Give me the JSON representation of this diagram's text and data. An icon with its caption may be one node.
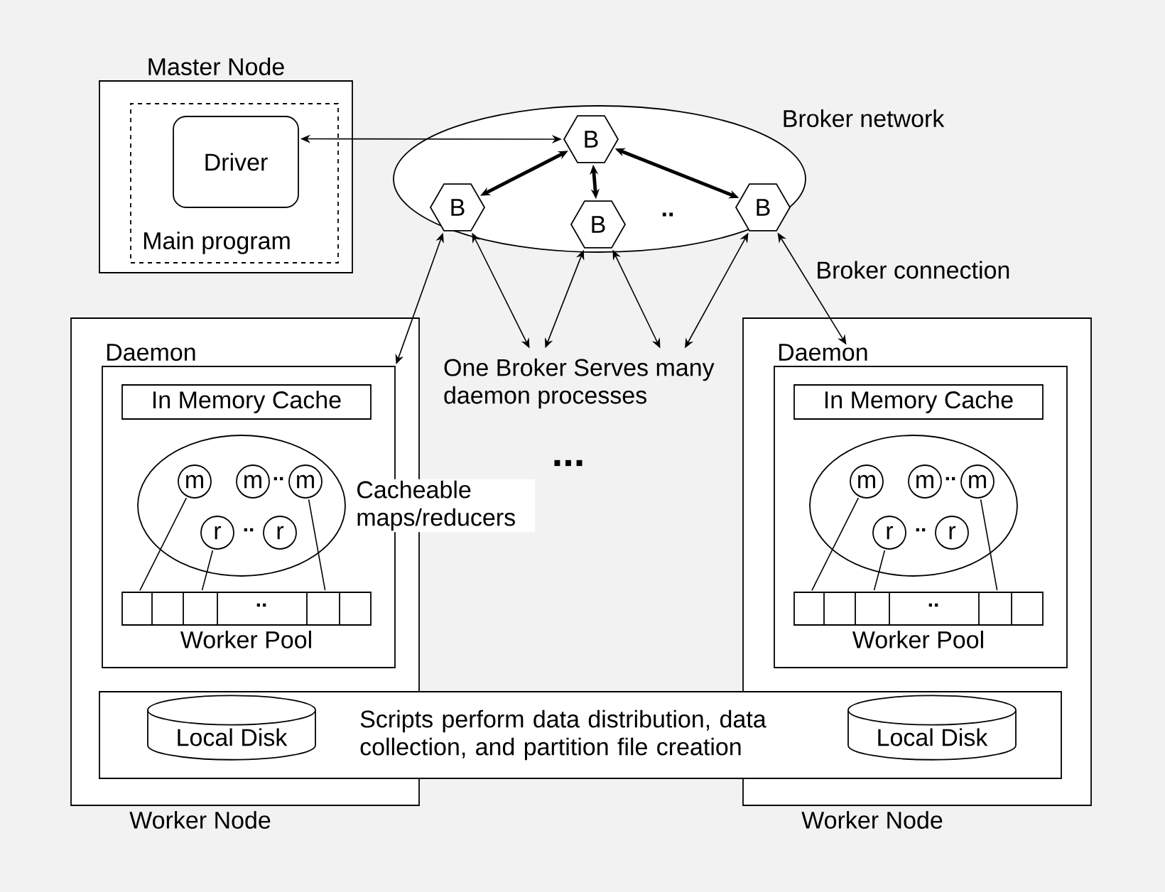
{
  "diagram": {
    "nodes": [
      {
        "text": [
          "Master Node"
        ]
      },
      {
        "text": [
          "Main program"
        ],
        "in": 0
      },
      {
        "text": [
          "Driver"
        ],
        "in": 1
      },
      {
        "text": [
          "Broker network"
        ]
      },
      {
        "text": [
          "B"
        ],
        "in": 3
      },
      {
        "text": [
          "B"
        ],
        "in": 3
      },
      {
        "text": [
          "B"
        ],
        "in": 3
      },
      {
        "text": [
          "B"
        ],
        "in": 3
      },
      {
        "text": [
          "One Broker Serves many daemon processes"
        ]
      },
      {
        "text": [
          "Worker Node"
        ]
      },
      {
        "text": [
          "Daemon"
        ],
        "in": 9
      },
      {
        "text": [
          "In Memory Cache"
        ],
        "in": 10
      },
      {
        "text": [],
        "shape": "ellipse",
        "in": 10,
        "beside": [
          "Cacheable maps/reducers"
        ]
      },
      {
        "text": [
          "m"
        ],
        "in": 12
      },
      {
        "text": [
          "m"
        ],
        "in": 12
      },
      {
        "text": [
          "m"
        ],
        "in": 12
      },
      {
        "text": [
          "r"
        ],
        "in": 12
      },
      {
        "text": [
          "r"
        ],
        "in": 12
      },
      {
        "text": [
          "Worker Pool"
        ],
        "in": 10
      },
      {
        "text": [
          "Worker Node"
        ]
      },
      {
        "text": [
          "Daemon"
        ],
        "in": 19
      },
      {
        "text": [
          "In Memory Cache"
        ],
        "in": 20
      },
      {
        "text": [],
        "shape": "ellipse",
        "in": 20
      },
      {
        "text": [
          "m"
        ],
        "in": 22
      },
      {
        "text": [
          "m"
        ],
        "in": 22
      },
      {
        "text": [
          "m"
        ],
        "in": 22
      },
      {
        "text": [
          "r"
        ],
        "in": 22
      },
      {
        "text": [
          "r"
        ],
        "in": 22
      },
      {
        "text": [
          "Worker Pool"
        ],
        "in": 20
      },
      {
        "text": [
          "Scripts perform data distribution, data collection, and partition file creation"
        ]
      },
      {
        "text": [
          "Local Disk"
        ]
      },
      {
        "text": [
          "Local Disk"
        ]
      }
    ],
    "edges": [
      {
        "from": 2,
        "to": 4,
        "arrow": "both"
      },
      {
        "from": 4,
        "to": 5,
        "arrow": "both",
        "style": "thick"
      },
      {
        "from": 4,
        "to": 6,
        "arrow": "both",
        "style": "thick"
      },
      {
        "from": 4,
        "to": 7,
        "arrow": "both",
        "style": "thick"
      },
      {
        "from": 5,
        "to": 10,
        "arrow": "both"
      },
      {
        "from": 5,
        "to": 8,
        "arrow": "both"
      },
      {
        "from": 6,
        "to": 8,
        "arrow": "both"
      },
      {
        "from": 6,
        "to": 8,
        "arrow": "both"
      },
      {
        "from": 7,
        "to": 8,
        "arrow": "both"
      },
      {
        "from": 7,
        "to": 20,
        "arrow": "both",
        "label": "Broker connection"
      },
      {
        "from": 13,
        "to": 18,
        "arrow": "none"
      },
      {
        "from": 16,
        "to": 18,
        "arrow": "none"
      },
      {
        "from": 15,
        "to": 18,
        "arrow": "none"
      },
      {
        "from": 23,
        "to": 28,
        "arrow": "none"
      },
      {
        "from": 26,
        "to": 28,
        "arrow": "none"
      },
      {
        "from": 25,
        "to": 28,
        "arrow": "none"
      }
    ],
    "labels": [
      "..",
      "...",
      "..",
      "..",
      "..",
      "..",
      "..",
      ".."
    ]
  }
}
